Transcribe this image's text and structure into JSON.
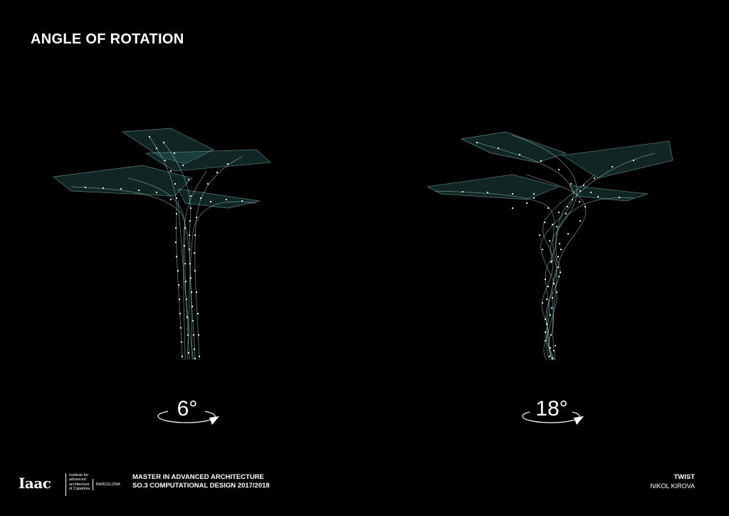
{
  "page": {
    "title": "ANGLE OF ROTATION"
  },
  "figures": [
    {
      "angle_label": "6°",
      "rotation_degrees": 6
    },
    {
      "angle_label": "18°",
      "rotation_degrees": 18
    }
  ],
  "footer": {
    "logo_text": "Iaac",
    "institute_lines": [
      "Institute for",
      "advanced",
      "architecture",
      "of Catalonia"
    ],
    "city": "BARCELONA",
    "program_line1": "MASTER IN ADVANCED ARCHITECTURE",
    "program_line2": "SO.3 COMPUTATIONAL DESIGN 2017/2018",
    "project_title": "TWIST",
    "author": "NIKOL KIROVA"
  },
  "colors": {
    "background": "#000000",
    "text": "#ffffff",
    "wire": "#9fd3cf",
    "surface": "#2f6b66",
    "node": "#ffffff"
  }
}
